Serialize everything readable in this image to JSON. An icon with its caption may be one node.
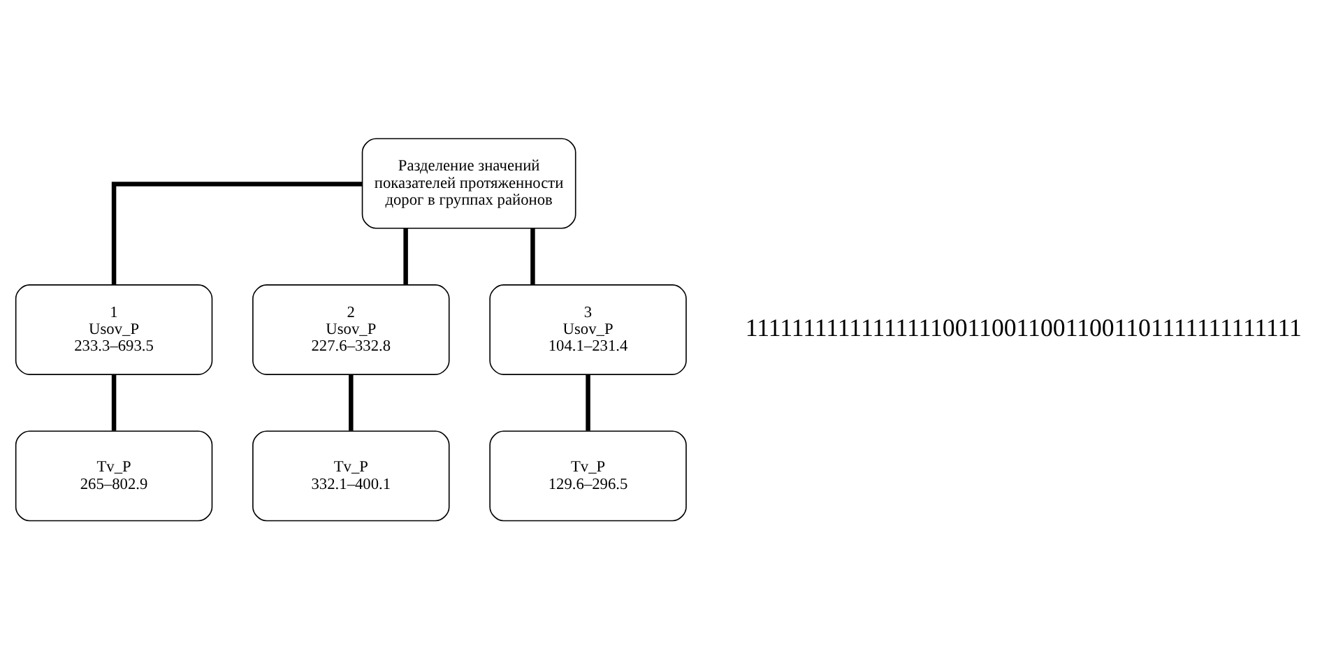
{
  "diagram": {
    "nodes": [
      {
        "text": [
          "Разделение значений показателей протяженности дорог в группах районов"
        ]
      },
      {
        "text": [
          "1",
          "Usov_P",
          "233.3–693.5"
        ]
      },
      {
        "text": [
          "2",
          "Usov_P",
          "227.6–332.8"
        ]
      },
      {
        "text": [
          "3",
          "Usov_P",
          "104.1–231.4"
        ]
      },
      {
        "text": [
          "Tv_P",
          "265–802.9"
        ]
      },
      {
        "text": [
          "Tv_P",
          "332.1–400.1"
        ]
      },
      {
        "text": [
          "Tv_P",
          "129.6–296.5"
        ]
      }
    ],
    "edges": [
      {
        "from": 0,
        "to": 1,
        "arrow": "none"
      },
      {
        "from": 0,
        "to": 2,
        "arrow": "none"
      },
      {
        "from": 0,
        "to": 3,
        "arrow": "none"
      },
      {
        "from": 1,
        "to": 4,
        "arrow": "none"
      },
      {
        "from": 2,
        "to": 5,
        "arrow": "none"
      },
      {
        "from": 3,
        "to": 6,
        "arrow": "none"
      }
    ],
    "labels": [
      "11111111111111111001100110011001101111111111111"
    ]
  }
}
